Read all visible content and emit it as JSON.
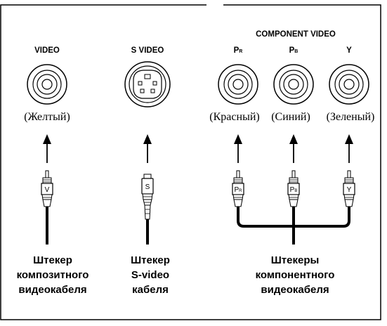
{
  "section_title": "COMPONENT VIDEO",
  "jacks": [
    {
      "name": "VIDEO",
      "color": "(Желтый)"
    },
    {
      "name": "S VIDEO",
      "color": ""
    },
    {
      "name": "P",
      "sub": "R",
      "color": "(Красный)"
    },
    {
      "name": "P",
      "sub": "B",
      "color": "(Синий)"
    },
    {
      "name": "Y",
      "color": "(Зеленый)"
    }
  ],
  "plugs": [
    {
      "letter": "V",
      "sub": ""
    },
    {
      "letter": "S",
      "sub": ""
    },
    {
      "letter": "P",
      "sub": "R"
    },
    {
      "letter": "P",
      "sub": "B"
    },
    {
      "letter": "Y",
      "sub": ""
    }
  ],
  "captions": {
    "composite": [
      "Штекер",
      "композитного",
      "видеокабеля"
    ],
    "svideo": [
      "Штекер",
      "S-video",
      "кабеля"
    ],
    "component": [
      "Штекеры",
      "компонентного",
      "видеокабеля"
    ]
  }
}
